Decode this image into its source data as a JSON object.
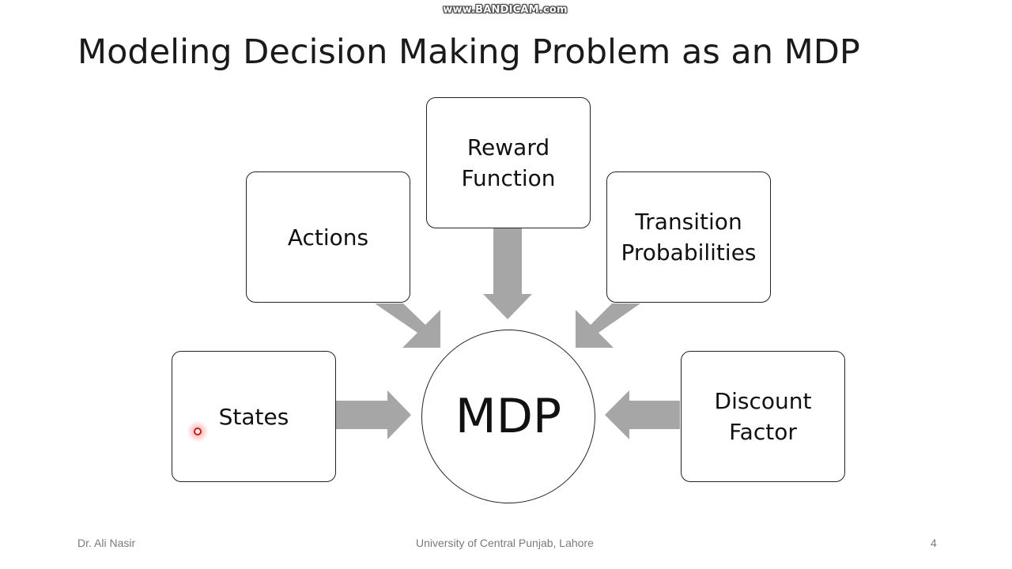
{
  "recording_watermark": "www.BANDICAM.com",
  "slide": {
    "title": "Modeling Decision Making Problem as an MDP"
  },
  "diagram": {
    "center": "MDP",
    "nodes": {
      "states": "States",
      "actions": "Actions",
      "reward": "Reward\nFunction",
      "transition": "Transition\nProbabilities",
      "discount": "Discount\nFactor"
    },
    "arrow_color": "#a6a6a6"
  },
  "footer": {
    "author": "Dr. Ali Nasir",
    "institution": "University of Central Punjab, Lahore",
    "page_number": "4"
  },
  "cursor": {
    "color": "#d01818"
  }
}
